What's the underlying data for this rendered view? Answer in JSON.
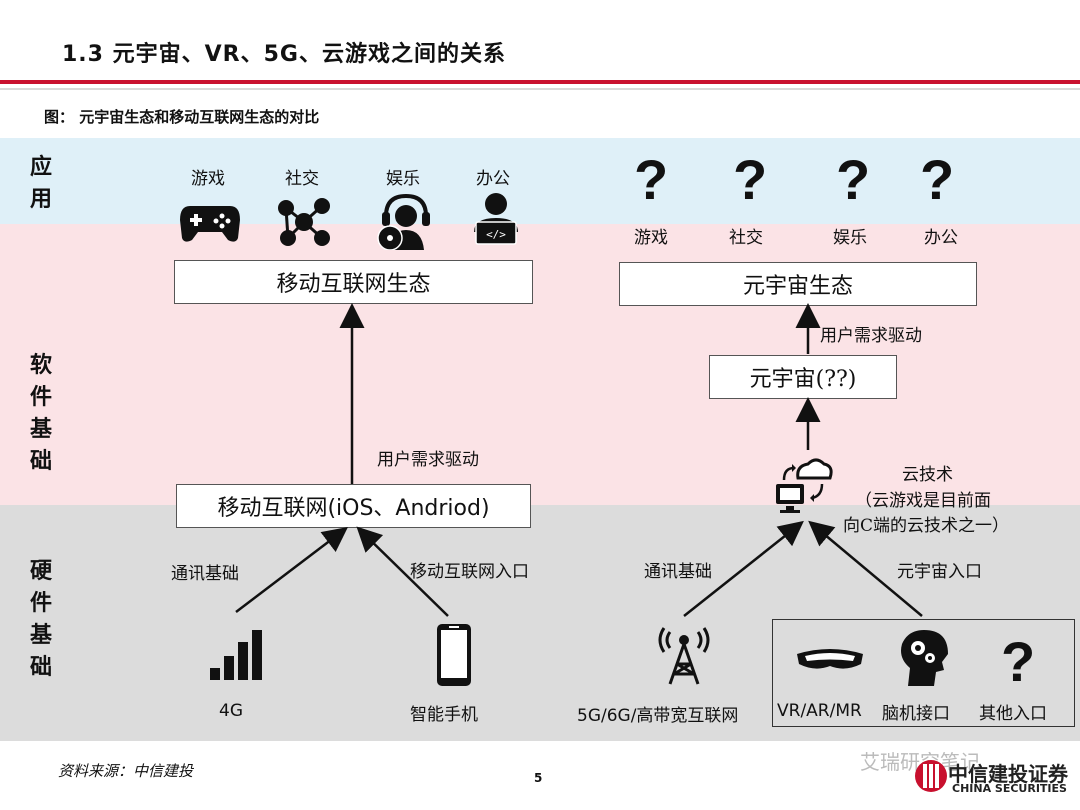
{
  "header": {
    "title": "1.3 元宇宙、VR、5G、云游戏之间的关系",
    "figure_caption": "图：  元宇宙生态和移动互联网生态的对比"
  },
  "layers": {
    "app": "应\n用",
    "software": "软\n件\n基\n础",
    "hardware": "硬\n件\n基\n础"
  },
  "left": {
    "apps": [
      "游戏",
      "社交",
      "娱乐",
      "办公"
    ],
    "ecosystem": "移动互联网生态",
    "drive_label": "用户需求驱动",
    "platform": "移动互联网(iOS、Andriod)",
    "comm_label": "通讯基础",
    "entry_label": "移动互联网入口",
    "network": "4G",
    "device": "智能手机"
  },
  "right": {
    "apps": [
      "游戏",
      "社交",
      "娱乐",
      "办公"
    ],
    "question_mark": "?",
    "ecosystem": "元宇宙生态",
    "drive_label": "用户需求驱动",
    "platform": "元宇宙(??)",
    "cloud_title": "云技术",
    "cloud_note_1": "（云游戏是目前面",
    "cloud_note_2": "向C端的云技术之一）",
    "comm_label": "通讯基础",
    "entry_label": "元宇宙入口",
    "network": "5G/6G/高带宽互联网",
    "entries": [
      "VR/AR/MR",
      "脑机接口",
      "其他入口"
    ]
  },
  "footer": {
    "source": "资料来源：中信建投",
    "page": "5",
    "logo_cn": "中信建投证券",
    "logo_en": "CHINA SECURITIES",
    "watermark": "艾瑞研究笔记"
  },
  "colors": {
    "accent": "#c8102e",
    "app_band": "#dff0f8",
    "software_band": "#fbe3e6",
    "hardware_band": "#dcdcdc"
  }
}
